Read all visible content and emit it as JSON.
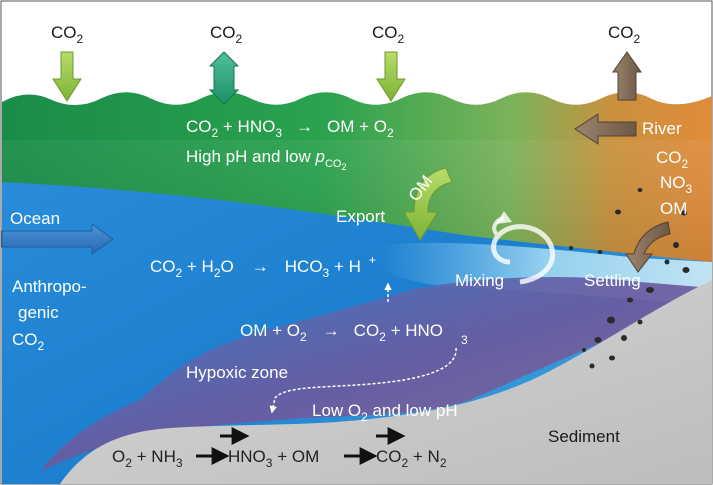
{
  "atmosphere": {
    "co2_label_1": "CO",
    "co2_label_2": "CO",
    "co2_label_3": "CO",
    "co2_label_4": "CO",
    "subscript_2": "2"
  },
  "surface": {
    "reaction_left": "CO",
    "reaction_plus_hno3": " + HNO",
    "reaction_sub3": "3",
    "reaction_arrow": "→",
    "reaction_right": "OM + O",
    "condition_text": "High pH and low ",
    "p_symbol": "p",
    "p_sub": "CO"
  },
  "river": {
    "label": "River",
    "co2": "CO",
    "no3": "NO",
    "no3_sub": "3",
    "om": "OM"
  },
  "export": {
    "om_label": "OM",
    "label": "Export"
  },
  "ocean": {
    "label": "Ocean"
  },
  "mid": {
    "reaction_a": "CO",
    "reaction_a_plus": " + H",
    "reaction_a_sub": "O",
    "reaction_arrow": "→",
    "reaction_b": "HCO",
    "reaction_b_sub": "3",
    "reaction_b_plus": " + H",
    "reaction_b_sup": "+"
  },
  "mixing": {
    "label": "Mixing"
  },
  "settling": {
    "label": "Settling"
  },
  "anthropogenic": {
    "line1": "Anthropo-",
    "line2": "genic",
    "line3": "CO"
  },
  "respiration": {
    "left": "OM + O",
    "arrow": "→",
    "right": "CO",
    "plus_hno": " + HNO",
    "sub3": "3"
  },
  "hypoxic": {
    "label": "Hypoxic zone"
  },
  "bottom": {
    "low_text": "Low O",
    "low_text_rest": " and low pH",
    "nitrification_left": "O",
    "nitrification_plus": " + NH",
    "nitrification_sub3": "3",
    "nitrification_right": "HNO",
    "nitrification_right_rest": " + OM",
    "denitrification_right": "CO",
    "denitrification_rest": " + N"
  },
  "sediment": {
    "label": "Sediment"
  },
  "colors": {
    "ocean_blue": "#1c7fcf",
    "surface_green": "#1f9a4c",
    "river_orange": "#d9893f",
    "hypoxic_purple": "#6b5a9f",
    "sediment_gray": "#c9c9c9",
    "arrow_lime": "#8fc43c",
    "arrow_teal": "#2aa579",
    "arrow_brown": "#7d6752"
  }
}
